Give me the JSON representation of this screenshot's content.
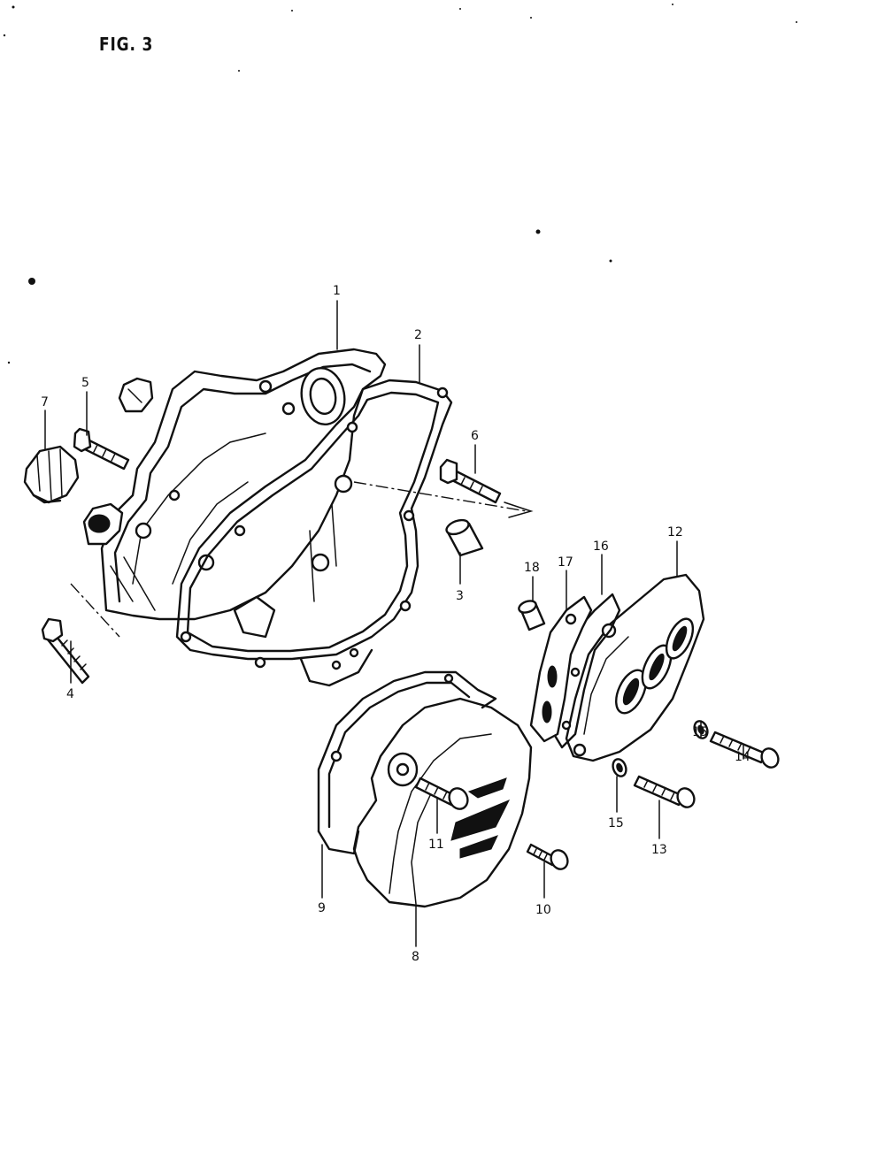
{
  "figure": {
    "title": "FIG. 3"
  },
  "parts": [
    {
      "id": "p1",
      "label": "1"
    },
    {
      "id": "p2",
      "label": "2"
    },
    {
      "id": "p3",
      "label": "3"
    },
    {
      "id": "p4",
      "label": "4"
    },
    {
      "id": "p5",
      "label": "5"
    },
    {
      "id": "p6",
      "label": "6"
    },
    {
      "id": "p7",
      "label": "7"
    },
    {
      "id": "p8",
      "label": "8"
    },
    {
      "id": "p9",
      "label": "9"
    },
    {
      "id": "p10",
      "label": "10"
    },
    {
      "id": "p11",
      "label": "11"
    },
    {
      "id": "p12",
      "label": "12"
    },
    {
      "id": "p13",
      "label": "13"
    },
    {
      "id": "p14",
      "label": "14"
    },
    {
      "id": "p15a",
      "label": "15"
    },
    {
      "id": "p15b",
      "label": "15"
    },
    {
      "id": "p16",
      "label": "16"
    },
    {
      "id": "p17",
      "label": "17"
    },
    {
      "id": "p18",
      "label": "18"
    }
  ]
}
